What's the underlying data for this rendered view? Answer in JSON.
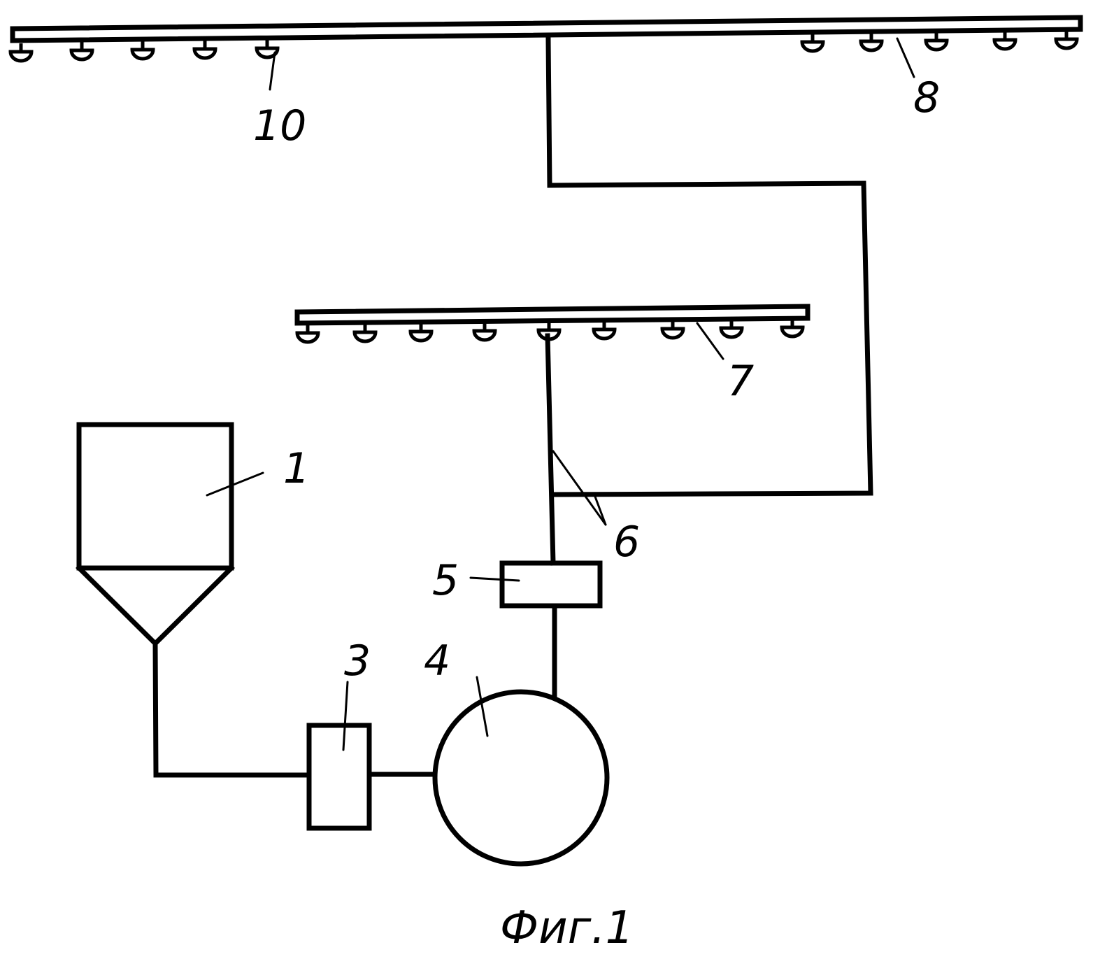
{
  "figure": {
    "caption": "Фиг.1"
  },
  "labels": {
    "tank": "1",
    "block3": "3",
    "circle4": "4",
    "block5": "5",
    "lines6": "6",
    "manifold7": "7",
    "manifold8": "8",
    "nozzle10": "10"
  }
}
